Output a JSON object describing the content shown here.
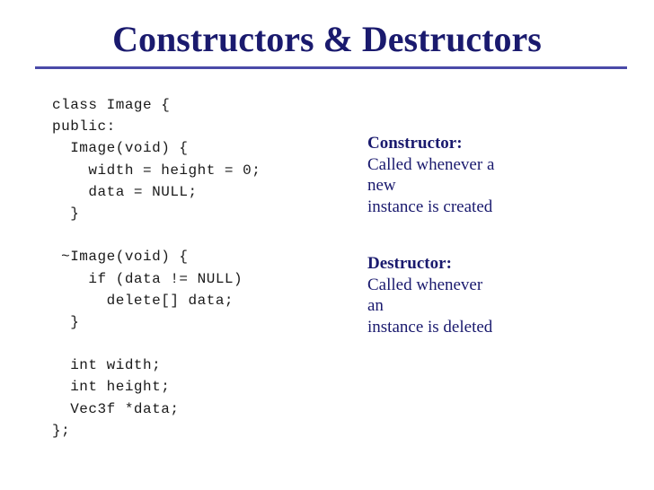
{
  "slide": {
    "title": "Constructors & Destructors"
  },
  "code": {
    "lines": [
      "class Image {",
      "public:",
      "  Image(void) {",
      "    width = height = 0;",
      "    data = NULL;",
      "  }",
      "",
      " ~Image(void) {",
      "    if (data != NULL)",
      "      delete[] data;",
      "  }",
      "",
      "  int width;",
      "  int height;",
      "  Vec3f *data;",
      "};"
    ]
  },
  "notes": {
    "constructor": {
      "heading": "Constructor:",
      "lines": [
        "Called whenever a",
        "new",
        "instance is created"
      ]
    },
    "destructor": {
      "heading": "Destructor:",
      "lines": [
        "Called whenever",
        "an",
        "instance is deleted"
      ]
    }
  },
  "colors": {
    "title": "#1a1a6e",
    "rule": "#4a4aa8",
    "code": "#1a1a1a",
    "notes": "#1a1a6e"
  }
}
